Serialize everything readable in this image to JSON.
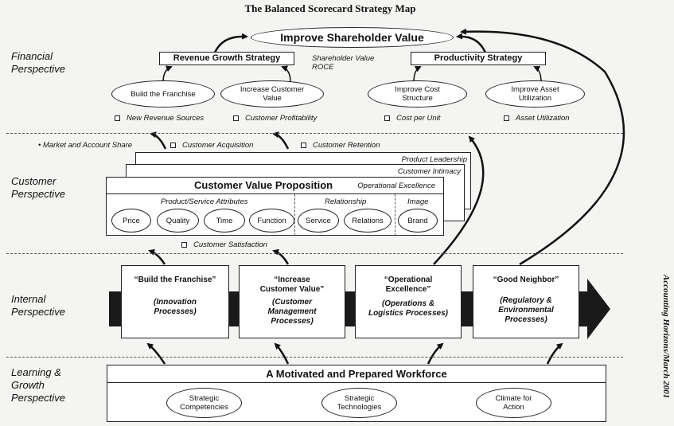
{
  "title": "The Balanced Scorecard Strategy Map",
  "side_caption": "Accounting Horizons/March 2001",
  "perspectives": {
    "financial": "Financial\nPerspective",
    "customer": "Customer\nPerspective",
    "internal": "Internal\nPerspective",
    "learning": "Learning &\nGrowth\nPerspective"
  },
  "financial": {
    "top_goal": "Improve Shareholder Value",
    "revenue_strategy": "Revenue Growth Strategy",
    "productivity_strategy": "Productivity Strategy",
    "measures_note": "Shareholder Value\nROCE",
    "ovals": [
      "Build the Franchise",
      "Increase Customer\nValue",
      "Improve Cost\nStructure",
      "Improve Asset\nUtilization"
    ],
    "measures": [
      "New Revenue Sources",
      "Customer Profitability",
      "Cost per Unit",
      "Asset Utilization"
    ]
  },
  "customer": {
    "market_share": "Market and Account Share",
    "acquisition": "Customer Acquisition",
    "retention": "Customer Retention",
    "layers": [
      "Product Leadership",
      "Customer Intimacy"
    ],
    "cvp_title": "Customer Value Proposition",
    "operational_excellence": "Operational Excellence",
    "groups": [
      "Product/Service Attributes",
      "Relationship",
      "Image"
    ],
    "attributes": [
      "Price",
      "Quality",
      "Time",
      "Function",
      "Service",
      "Relations",
      "Brand"
    ],
    "satisfaction": "Customer Satisfaction"
  },
  "internal": {
    "processes": [
      {
        "title": "“Build the Franchise”",
        "sub": "(Innovation\nProcesses)"
      },
      {
        "title": "“Increase\nCustomer Value”",
        "sub": "(Customer\nManagement\nProcesses)"
      },
      {
        "title": "“Operational\nExcellence”",
        "sub": "(Operations &\nLogistics Processes)"
      },
      {
        "title": "“Good Neighbor”",
        "sub": "(Regulatory &\nEnvironmental\nProcesses)"
      }
    ]
  },
  "learning": {
    "title": "A Motivated and Prepared Workforce",
    "ovals": [
      "Strategic\nCompetencies",
      "Strategic\nTechnologies",
      "Climate for\nAction"
    ]
  },
  "colors": {
    "background": "#f4f4f2",
    "ink": "#111111",
    "band": "#1a1a1a"
  }
}
